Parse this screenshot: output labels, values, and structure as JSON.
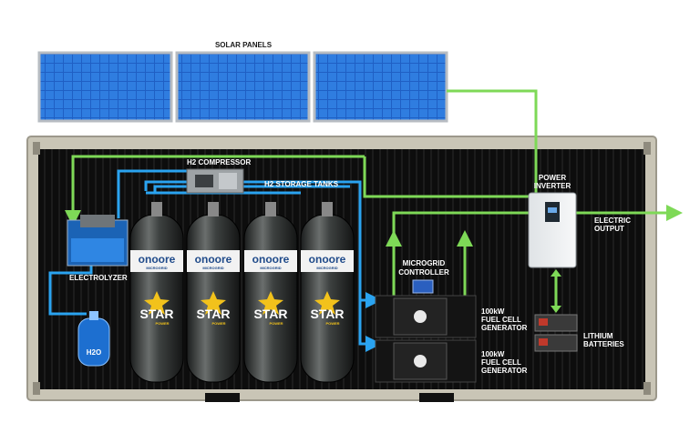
{
  "labels": {
    "solar_panels": "SOLAR PANELS",
    "h2_compressor": "H2 COMPRESSOR",
    "h2_storage_tanks": "H2 STORAGE TANKS",
    "power_inverter_1": "POWER",
    "power_inverter_2": "INVERTER",
    "electric_output_1": "ELECTRIC",
    "electric_output_2": "OUTPUT",
    "electrolyzer": "ELECTROLYZER",
    "h2o": "H2O",
    "microgrid_controller_1": "MICROGRID",
    "microgrid_controller_2": "CONTROLLER",
    "fuel_cell_1": [
      "100kW",
      "FUEL CELL",
      "GENERATOR"
    ],
    "fuel_cell_2": [
      "100kW",
      "FUEL CELL",
      "GENERATOR"
    ],
    "lithium_batteries_1": "LITHIUM",
    "lithium_batteries_2": "BATTERIES"
  },
  "tanks": [
    {
      "brand": "onoore",
      "sub": "MICROGRID",
      "star": "STAR",
      "star_sub": "POWER"
    },
    {
      "brand": "onoore",
      "sub": "MICROGRID",
      "star": "STAR",
      "star_sub": "POWER"
    },
    {
      "brand": "onoore",
      "sub": "MICROGRID",
      "star": "STAR",
      "star_sub": "POWER"
    },
    {
      "brand": "onoore",
      "sub": "MICROGRID",
      "star": "STAR",
      "star_sub": "POWER"
    }
  ],
  "colors": {
    "water_line": "#2aa3f0",
    "power_line": "#7ed957",
    "container_frame": "#c9c5b6",
    "container_inner": "#0b0b0b"
  }
}
